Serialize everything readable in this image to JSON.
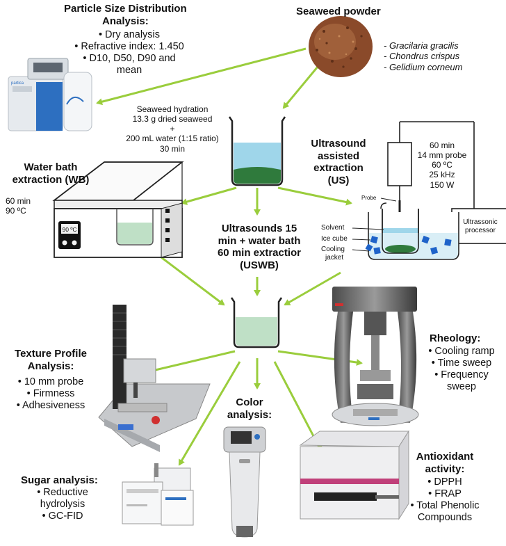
{
  "psd": {
    "title": [
      "Particle Size Distribution",
      "Analysis:"
    ],
    "items": [
      "• Dry analysis",
      "• Refractive index: 1.450",
      "• D10, D50, D90 and",
      "mean"
    ],
    "instrument_label": "partica"
  },
  "powder": {
    "title": "Seaweed powder",
    "species": [
      "- Gracilaria gracilis",
      "- Chondrus crispus",
      "- Gelidium corneum"
    ]
  },
  "hydration": {
    "lines": [
      "Seaweed hydration",
      "13.3 g dried seaweed",
      "+",
      "200 mL water (1:15 ratio)",
      "30 min"
    ]
  },
  "wb": {
    "title": [
      "Water bath",
      "extraction (WB)"
    ],
    "params": [
      "60 min",
      "90 ºC"
    ],
    "display": "90 ºC"
  },
  "us": {
    "title": [
      "Ultrasound",
      "assisted",
      "extraction",
      "(US)"
    ],
    "params": [
      "60 min",
      "14 mm probe",
      "60 ºC",
      "25 kHz",
      "150 W"
    ],
    "parts": {
      "probe": "Probe",
      "solvent": "Solvent",
      "ice": "Ice cube",
      "cooling": [
        "Cooling",
        "jacket"
      ]
    },
    "processor": [
      "Ultrassonic",
      "processor"
    ]
  },
  "uswb": {
    "title": [
      "Ultrasounds 15",
      "min + water bath",
      "60 min extractior",
      "(USWB)"
    ]
  },
  "tpa": {
    "title": [
      "Texture Profile",
      "Analysis:"
    ],
    "items": [
      "• 10 mm probe",
      "• Firmness",
      "• Adhesiveness"
    ]
  },
  "rheology": {
    "title": "Rheology:",
    "items": [
      "• Cooling ramp",
      "• Time sweep",
      "• Frequency",
      "sweep"
    ]
  },
  "color": {
    "title": [
      "Color",
      "analysis:"
    ]
  },
  "sugar": {
    "title": "Sugar analysis:",
    "items": [
      "• Reductive",
      "hydrolysis",
      "• GC-FID"
    ]
  },
  "antiox": {
    "title": [
      "Antioxidant",
      "activity:"
    ],
    "items": [
      "• DPPH",
      "• FRAP",
      "• Total Phenolic",
      "Compounds"
    ]
  },
  "colors": {
    "arrow": "#9acd3c",
    "water": "#9fd6ea",
    "seaweed": "#2f7a3c",
    "extract": "#bfe0c6",
    "powder": "#8a4a2a"
  }
}
